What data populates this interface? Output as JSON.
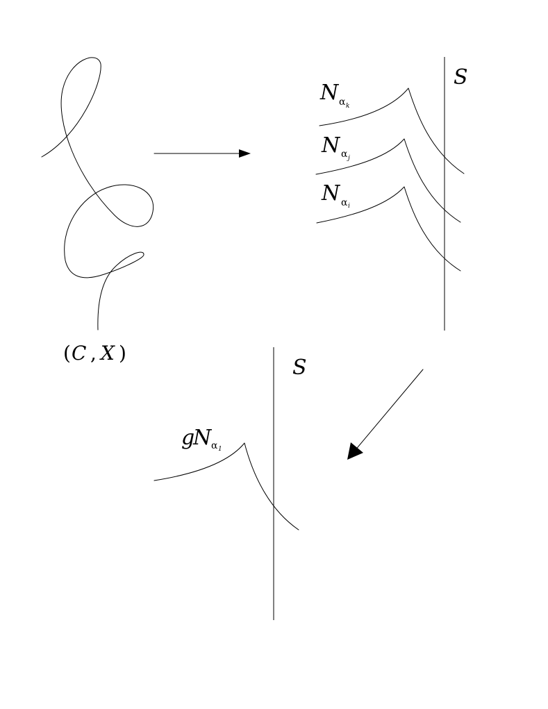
{
  "figure": {
    "curve_label": {
      "open": "(",
      "first": "C",
      "sep": ",",
      "second": "X",
      "close": ")"
    },
    "top_surface_label": "S",
    "bottom_surface_label": "S",
    "neighborhoods": [
      {
        "base": "N",
        "sub": "α",
        "subsub": "k"
      },
      {
        "base": "N",
        "sub": "α",
        "subsub": "j"
      },
      {
        "base": "N",
        "sub": "α",
        "subsub": "i"
      }
    ],
    "translated_neighborhood": {
      "prefix": "g",
      "base": "N",
      "sub": "α",
      "subsub": "1"
    }
  }
}
